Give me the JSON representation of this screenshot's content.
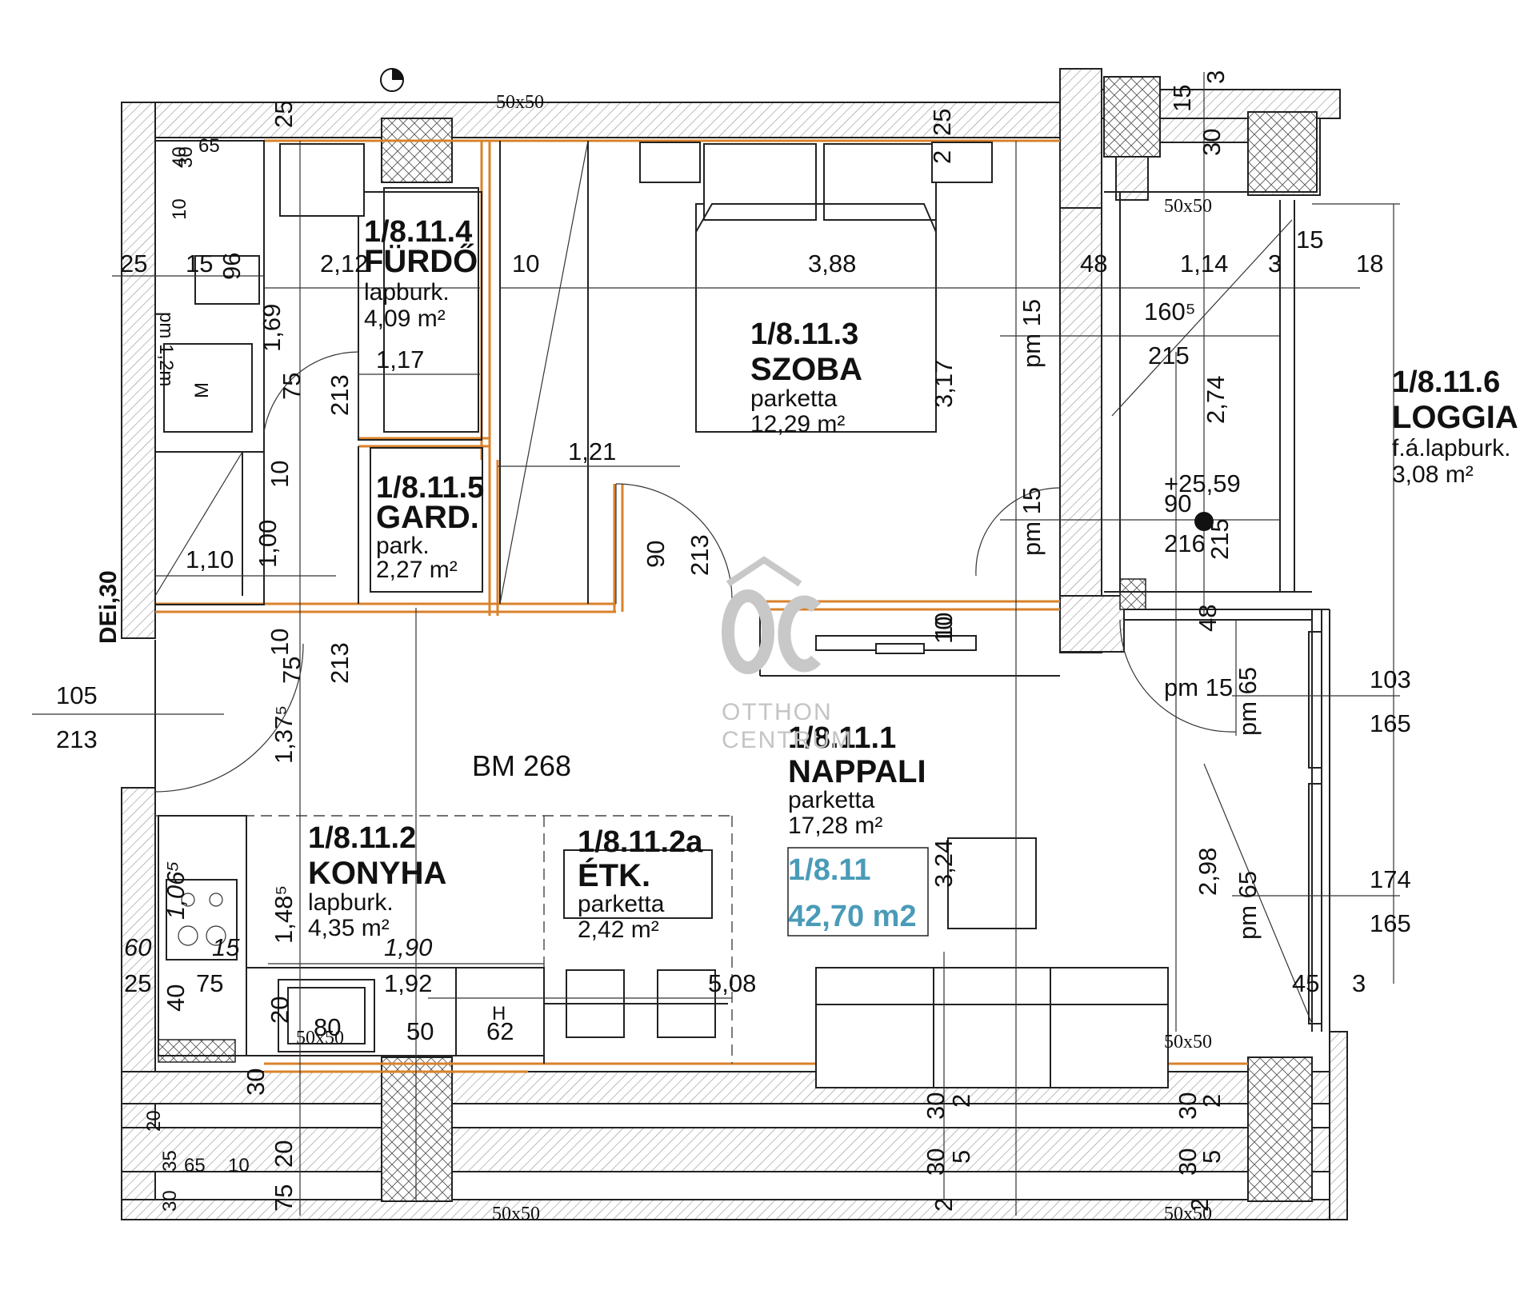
{
  "rooms": [
    {
      "code": "1/8.11.4",
      "name": "FÜRDŐ",
      "floor": "lapburk.",
      "area": "4,09 m²"
    },
    {
      "code": "1/8.11.3",
      "name": "SZOBA",
      "floor": "parketta",
      "area": "12,29 m²"
    },
    {
      "code": "1/8.11.5",
      "name": "GARD.",
      "floor": "park.",
      "area": "2,27 m²"
    },
    {
      "code": "1/8.11.6",
      "name": "LOGGIA",
      "floor": "f.á.lapburk.",
      "area": "3,08 m²"
    },
    {
      "code": "1/8.11.1",
      "name": "NAPPALI",
      "floor": "parketta",
      "area": "17,28 m²"
    },
    {
      "code": "1/8.11.2",
      "name": "KONYHA",
      "floor": "lapburk.",
      "area": "4,35 m²"
    },
    {
      "code": "1/8.11.2a",
      "name": "ÉTK.",
      "floor": "parketta",
      "area": "2,42 m²"
    }
  ],
  "apartment": {
    "code": "1/8.11",
    "total_area": "42,70 m2",
    "color": "#4a9bb8"
  },
  "watermark": {
    "line1": "OTTHON",
    "line2": "CENTRUM",
    "color": "#c4c4c4"
  },
  "entrance_label": "BM 268",
  "wall_tag": "DEi,30",
  "fixture_labels": {
    "washer": "M",
    "fridge": "H"
  },
  "dimensions": {
    "top_25a": "25",
    "top_25b": "25",
    "top_2a": "2",
    "top_3a": "3",
    "top_15a": "15",
    "top_30a": "30",
    "bath_2_12": "2,12",
    "bath_10": "10",
    "bath_1_17": "1,17",
    "bath_1_69": "1,69",
    "bath_213": "213",
    "bath_75": "75",
    "left_25": "25",
    "left_15": "15",
    "left_96": "96",
    "left_pm": "pm 1,2m",
    "left_40": "40",
    "left_10": "10",
    "left_65": "65",
    "left_30": "30",
    "room_3_88": "3,88",
    "room_3_17": "3,17",
    "room_1_21": "1,21",
    "room_90": "90",
    "room_213": "213",
    "gard_1_10": "1,10",
    "gard_1_00": "1,00",
    "gard_10": "10",
    "log_48": "48",
    "log_1_14": "1,14",
    "log_3": "3",
    "log_15": "15",
    "log_18": "18",
    "log_160": "160⁵",
    "log_215": "215",
    "log_pm15": "pm 15",
    "log_2_74": "2,74",
    "log_elev": "+25,59",
    "log_90": "90",
    "log_216": "216",
    "log_215b": "215",
    "log_pm15b": "pm 15",
    "log_48b": "48",
    "log_50x50": "50x50",
    "win_103": "103",
    "win_165a": "165",
    "win_174": "174",
    "win_165b": "165",
    "win_pm65a": "pm 65",
    "win_pm15": "pm 15",
    "win_2_98": "2,98",
    "win_pm65b": "pm 65",
    "win_45": "45",
    "win_3": "3",
    "door_105": "105",
    "door_213": "213",
    "door_1_37": "1,37⁵",
    "door_75": "75",
    "door_213b": "213",
    "door_10": "10",
    "door_10b": "10",
    "liv_3_24": "3,24",
    "liv_5_08": "5,08",
    "liv_10": "10",
    "kit_1_06": "1,06⁵",
    "kit_1_48": "1,48⁵",
    "kit_1_90": "1,90",
    "kit_60": "60",
    "kit_15": "15",
    "kit_25": "25",
    "kit_40": "40",
    "kit_75": "75",
    "kit_1_92": "1,92",
    "kit_20": "20",
    "kit_80": "80",
    "kit_50": "50",
    "kit_62": "62",
    "kit_30": "30",
    "kit_50x50": "50x50",
    "bot_30a": "30",
    "bot_2a": "2",
    "bot_30b": "30",
    "bot_2b": "2",
    "bot_30c": "30",
    "bot_5a": "5",
    "bot_30d": "30",
    "bot_5b": "5",
    "bot_2c": "2",
    "bot_2d": "2",
    "bot_20a": "20",
    "bot_35": "35",
    "bot_65": "65",
    "bot_10": "10",
    "bot_20b": "20",
    "bot_75": "75",
    "bot_30e": "30",
    "top_50x50": "50x50",
    "top_50x50b": "50x50",
    "bot_50x50a": "50x50",
    "bot_50x50b": "50x50",
    "right_50x50": "50x50"
  }
}
